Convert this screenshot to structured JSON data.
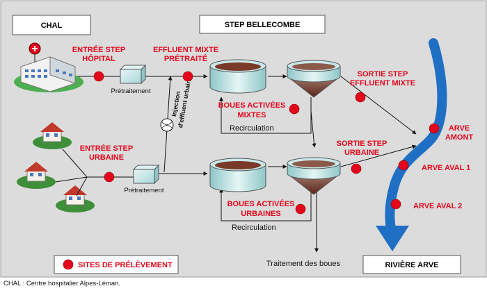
{
  "boxes": {
    "chal": "CHAL",
    "step": "STEP BELLECOMBE",
    "sites": "SITES DE PRÉLÈVEMENT",
    "riviere": "RIVIÈRE ARVE"
  },
  "points": {
    "hopital": [
      "ENTRÉE STEP",
      "HÔPITAL"
    ],
    "effluent_pretraite": [
      "EFFLUENT MIXTE",
      "PRÉTRAITÉ"
    ],
    "sortie_mixte": [
      "SORTIE STEP",
      "EFFLUENT MIXTE"
    ],
    "boues_mixtes": [
      "BOUES ACTIVÉES",
      "MIXTES"
    ],
    "urbaine_entree": [
      "ENTRÉE STEP",
      "URBAINE"
    ],
    "sortie_urbaine": [
      "SORTIE STEP",
      "URBAINE"
    ],
    "boues_urbaines": [
      "BOUES ACTIVÉES",
      "URBAINES"
    ],
    "arve_amont": [
      "ARVE",
      "AMONT"
    ],
    "arve_aval1": "ARVE AVAL 1",
    "arve_aval2": "ARVE AVAL 2"
  },
  "labels": {
    "pretraitement_top": "Prétraitement",
    "pretraitement_bottom": "Prétraitement",
    "recirculation_top": "Recirculation",
    "recirculation_bottom": "Recirculation",
    "injection": [
      "Injection",
      "d'effluent urbain"
    ],
    "traitement": "Traitement des boues"
  },
  "footnote": "CHAL : Centre hospitalier Alpes-Léman.",
  "colors": {
    "background": "#dcdcdc",
    "accent_red": "#e3051b",
    "river_blue": "#1f6fc5",
    "tank_brown": "#7a3a2a",
    "tank_teal": "#bfe3e3"
  }
}
